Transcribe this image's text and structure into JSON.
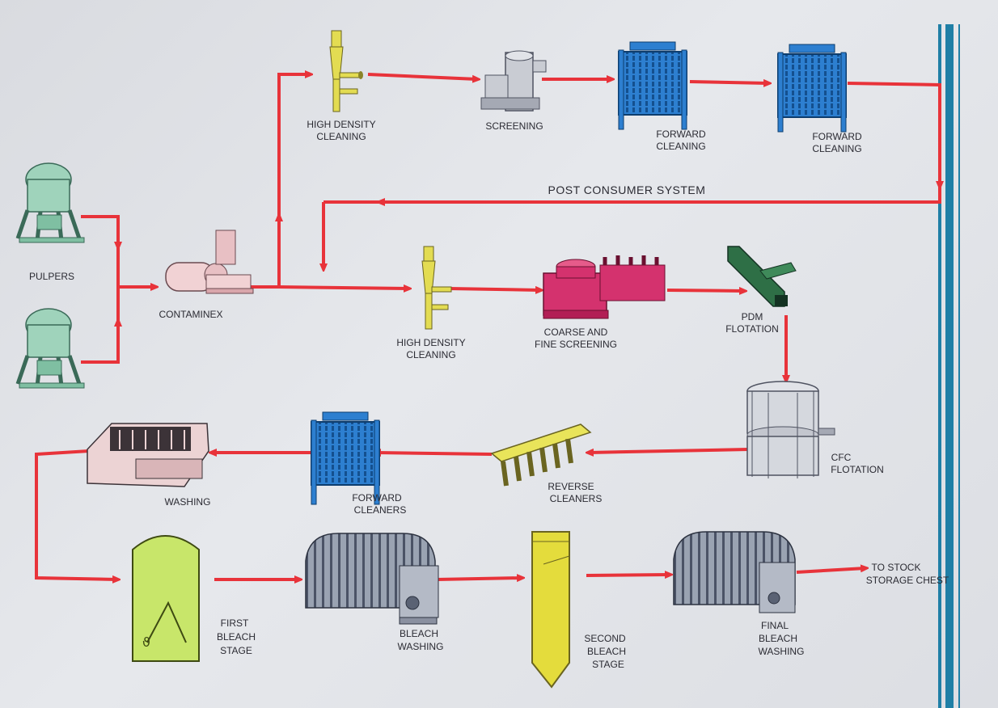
{
  "colors": {
    "flow_line": "#e8333a",
    "border_stripe": "#1f7fa6",
    "pulper": "#9fd3bb",
    "cleaner_yellow": "#e3dc52",
    "forward_cleaner_blue": "#2d7fd0",
    "screening_pink": "#d4326e",
    "washer_grey": "#9aa3b2",
    "bleach_tower_green": "#c8e66a"
  },
  "labels": {
    "pulpers": "PULPERS",
    "contaminex": "CONTAMINEX",
    "hd_cleaning_top_1": "HIGH DENSITY",
    "hd_cleaning_top_2": "CLEANING",
    "screening": "SCREENING",
    "forward_cleaning_1_a": "FORWARD",
    "forward_cleaning_1_b": "CLEANING",
    "forward_cleaning_2_a": "FORWARD",
    "forward_cleaning_2_b": "CLEANING",
    "post_consumer_system": "POST CONSUMER SYSTEM",
    "hd_cleaning_mid_1": "HIGH DENSITY",
    "hd_cleaning_mid_2": "CLEANING",
    "coarse_fine_1": "COARSE AND",
    "coarse_fine_2": "FINE SCREENING",
    "pdm_flotation_1": "PDM",
    "pdm_flotation_2": "FLOTATION",
    "cfc_flotation_1": "CFC",
    "cfc_flotation_2": "FLOTATION",
    "reverse_cleaners_1": "REVERSE",
    "reverse_cleaners_2": "CLEANERS",
    "forward_cleaners_1": "FORWARD",
    "forward_cleaners_2": "CLEANERS",
    "washing": "WASHING",
    "first_bleach_1": "FIRST",
    "first_bleach_2": "BLEACH",
    "first_bleach_3": "STAGE",
    "bleach_washing_1": "BLEACH",
    "bleach_washing_2": "WASHING",
    "second_bleach_1": "SECOND",
    "second_bleach_2": "BLEACH",
    "second_bleach_3": "STAGE",
    "final_bleach_1": "FINAL",
    "final_bleach_2": "BLEACH",
    "final_bleach_3": "WASHING",
    "to_stock_1": "TO STOCK",
    "to_stock_2": "STORAGE CHEST"
  }
}
